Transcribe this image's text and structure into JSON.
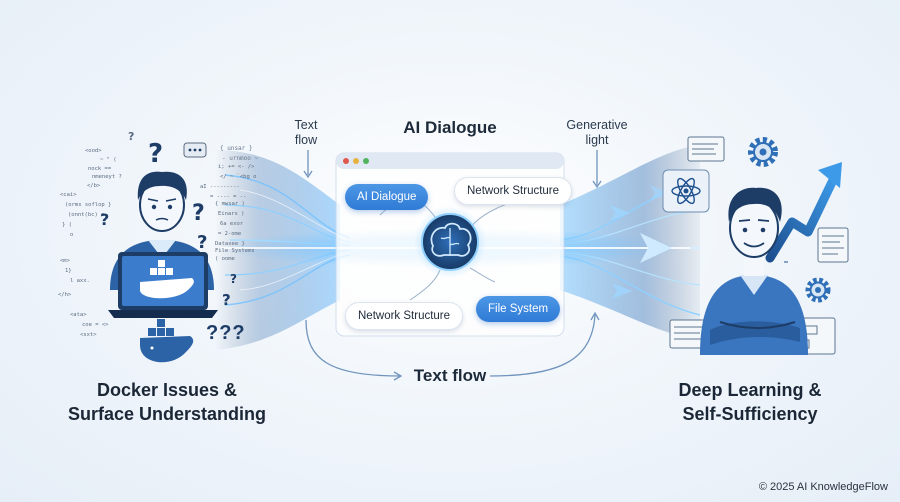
{
  "diagram": {
    "title": "AI Dialogue",
    "left_top_label": "Text\nflow",
    "right_top_label": "Generative\nlight",
    "bottom_label": "Text flow",
    "left_caption_line1": "Docker Issues &",
    "left_caption_line2": "Surface Understanding",
    "right_caption_line1": "Deep Learning &",
    "right_caption_line2": "Self-Sufficiency",
    "bubbles": {
      "ai_dialogue": "AI Dialogue",
      "network_top": "Network Structure",
      "network_bottom": "Network Structure",
      "file_system": "File System"
    },
    "confusion_marks": "???",
    "copyright": "© 2025 AI KnowledgeFlow"
  },
  "colors": {
    "accent": "#2f7bd6",
    "dark_navy": "#1d3c66",
    "flow_blue": "#4aa3f0",
    "background": "#eef3f9"
  },
  "icons": [
    "question-mark-icon",
    "code-snippet-icon",
    "docker-whale-icon",
    "laptop-icon",
    "brain-icon",
    "gear-icon",
    "atom-icon",
    "growth-arrow-icon",
    "flowchart-icon"
  ]
}
